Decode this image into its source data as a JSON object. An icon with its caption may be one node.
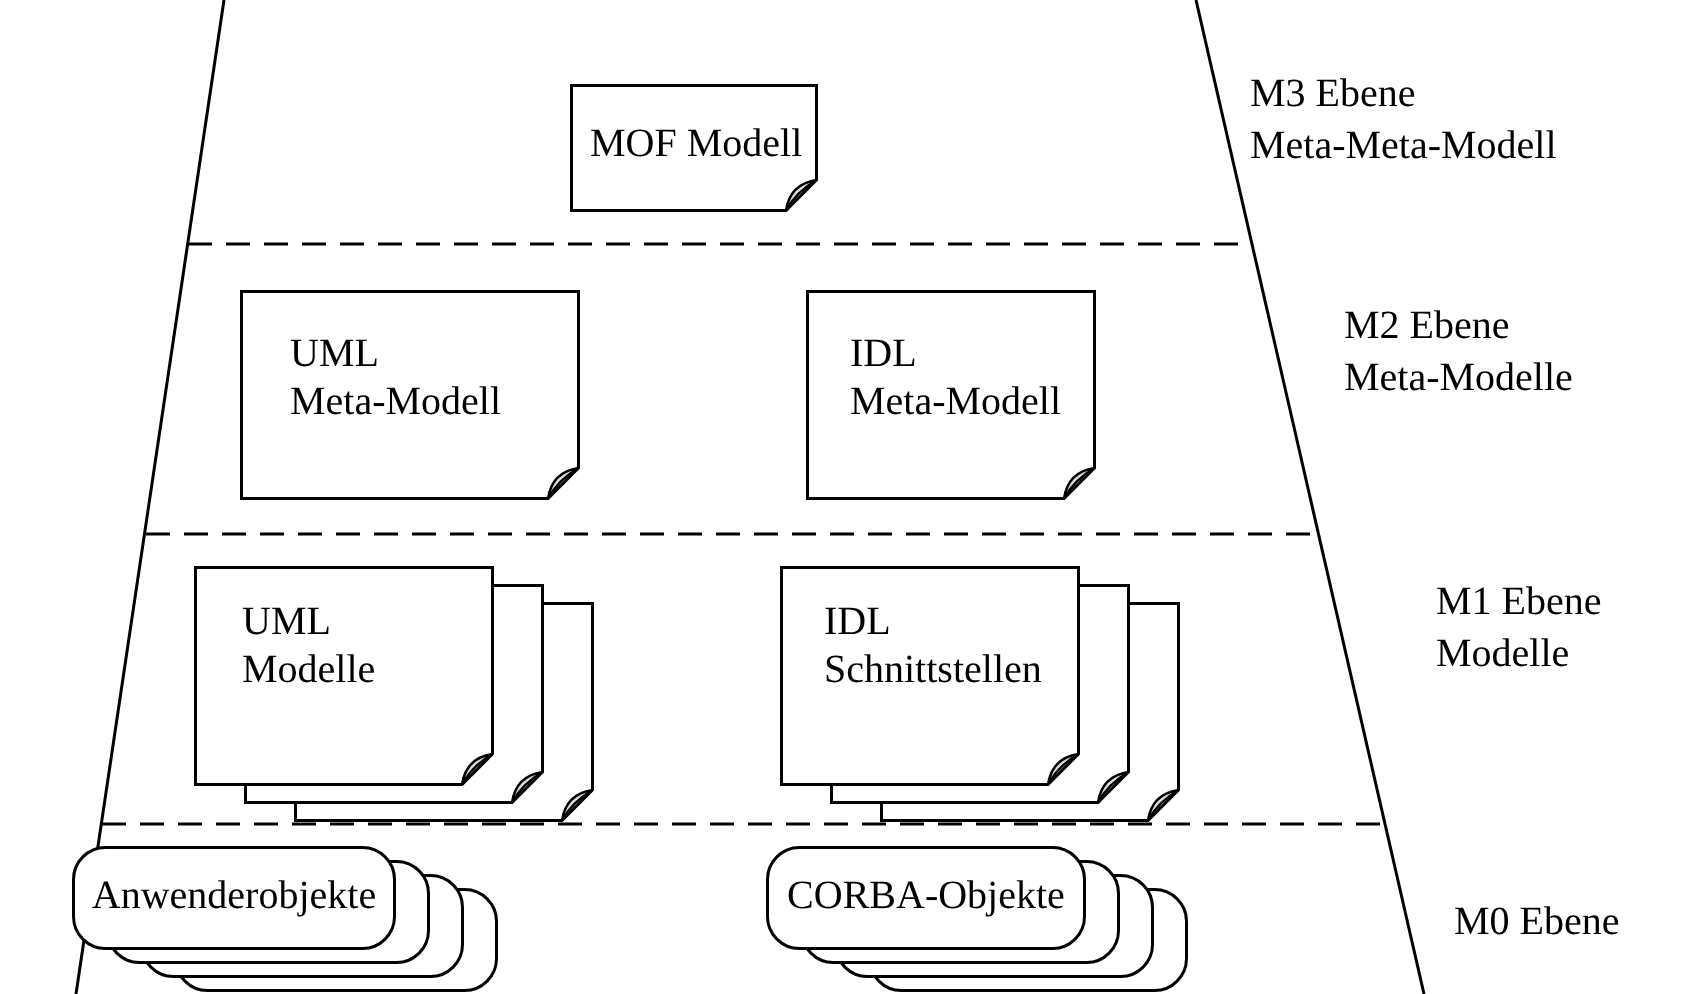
{
  "diagram": {
    "nodes": [
      {
        "text": [
          "MOF Modell"
        ]
      },
      {
        "text": [
          "UML Meta-Modell"
        ]
      },
      {
        "text": [
          "IDL Meta-Modell"
        ]
      },
      {
        "text": [
          "UML Modelle"
        ]
      },
      {
        "text": [
          "IDL Schnittstellen"
        ]
      },
      {
        "text": [
          "Anwenderobjekte"
        ]
      },
      {
        "text": [
          "CORBA-Objekte"
        ]
      }
    ],
    "labels": [
      "M3 Ebene Meta-Meta-Modell",
      "M2 Ebene Meta-Modelle",
      "M1 Ebene Modelle",
      "M0 Ebene"
    ]
  }
}
